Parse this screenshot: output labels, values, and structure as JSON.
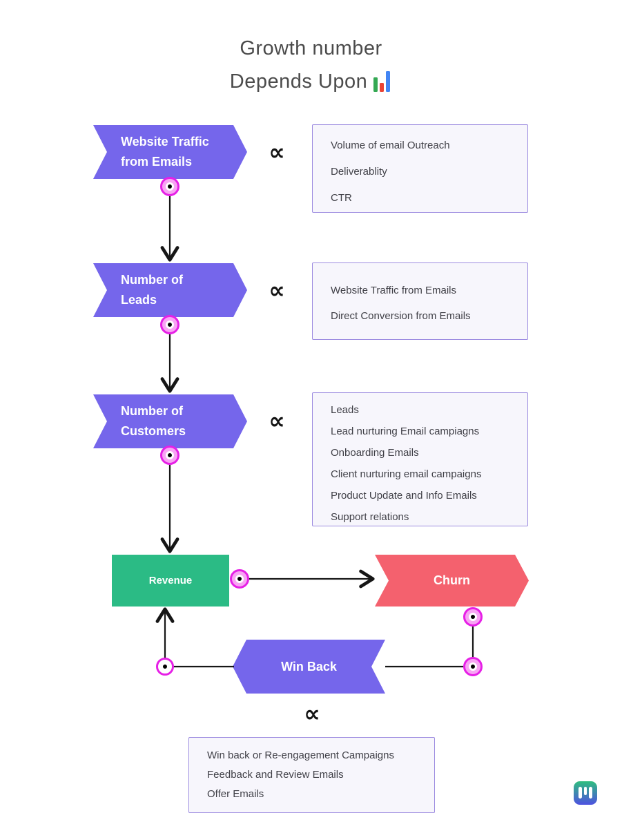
{
  "title": {
    "line1": "Growth number",
    "line2": "Depends Upon",
    "icon": "bar-chart-icon"
  },
  "proportional_symbol": "∝",
  "nodes": {
    "website_traffic": {
      "label_line1": "Website Traffic",
      "label_line2": "from Emails"
    },
    "leads": {
      "label_line1": "Number of",
      "label_line2": "Leads"
    },
    "customers": {
      "label_line1": "Number of",
      "label_line2": "Customers"
    },
    "revenue": {
      "label": "Revenue"
    },
    "churn": {
      "label": "Churn"
    },
    "win_back": {
      "label": "Win Back"
    }
  },
  "factor_boxes": [
    {
      "for": "website_traffic",
      "items": [
        "Volume of email Outreach",
        "Deliverablity",
        "CTR"
      ]
    },
    {
      "for": "leads",
      "items": [
        "Website Traffic from Emails",
        "Direct Conversion from Emails"
      ]
    },
    {
      "for": "customers",
      "items": [
        "Leads",
        "Lead nurturing Email campiagns",
        "Onboarding Emails",
        "Client nurturing email campaigns",
        "Product Update and Info Emails",
        "Support relations"
      ]
    },
    {
      "for": "win_back",
      "items": [
        "Win back or Re-engagement Campaigns",
        "Feedback and Review Emails",
        "Offer Emails"
      ]
    }
  ],
  "theme": {
    "node_purple": "#7566EB",
    "node_green": "#2BBB85",
    "node_red": "#F4616E",
    "connector_ring": "#E620E6",
    "connector_fill": "#F8A4F4",
    "box_border": "#9C8BE0",
    "box_background": "#F7F6FC",
    "box_text": "#3F3F46",
    "title_text": "#4B4B4B",
    "line_color": "#161616",
    "icon_bar_green": "#34a853",
    "icon_bar_red": "#ea4335",
    "icon_bar_blue": "#4285f4",
    "logo_gradient_top": "#2FBE7F",
    "logo_gradient_bottom": "#4D51E0"
  },
  "brand": {
    "logo": "brand-logo"
  }
}
